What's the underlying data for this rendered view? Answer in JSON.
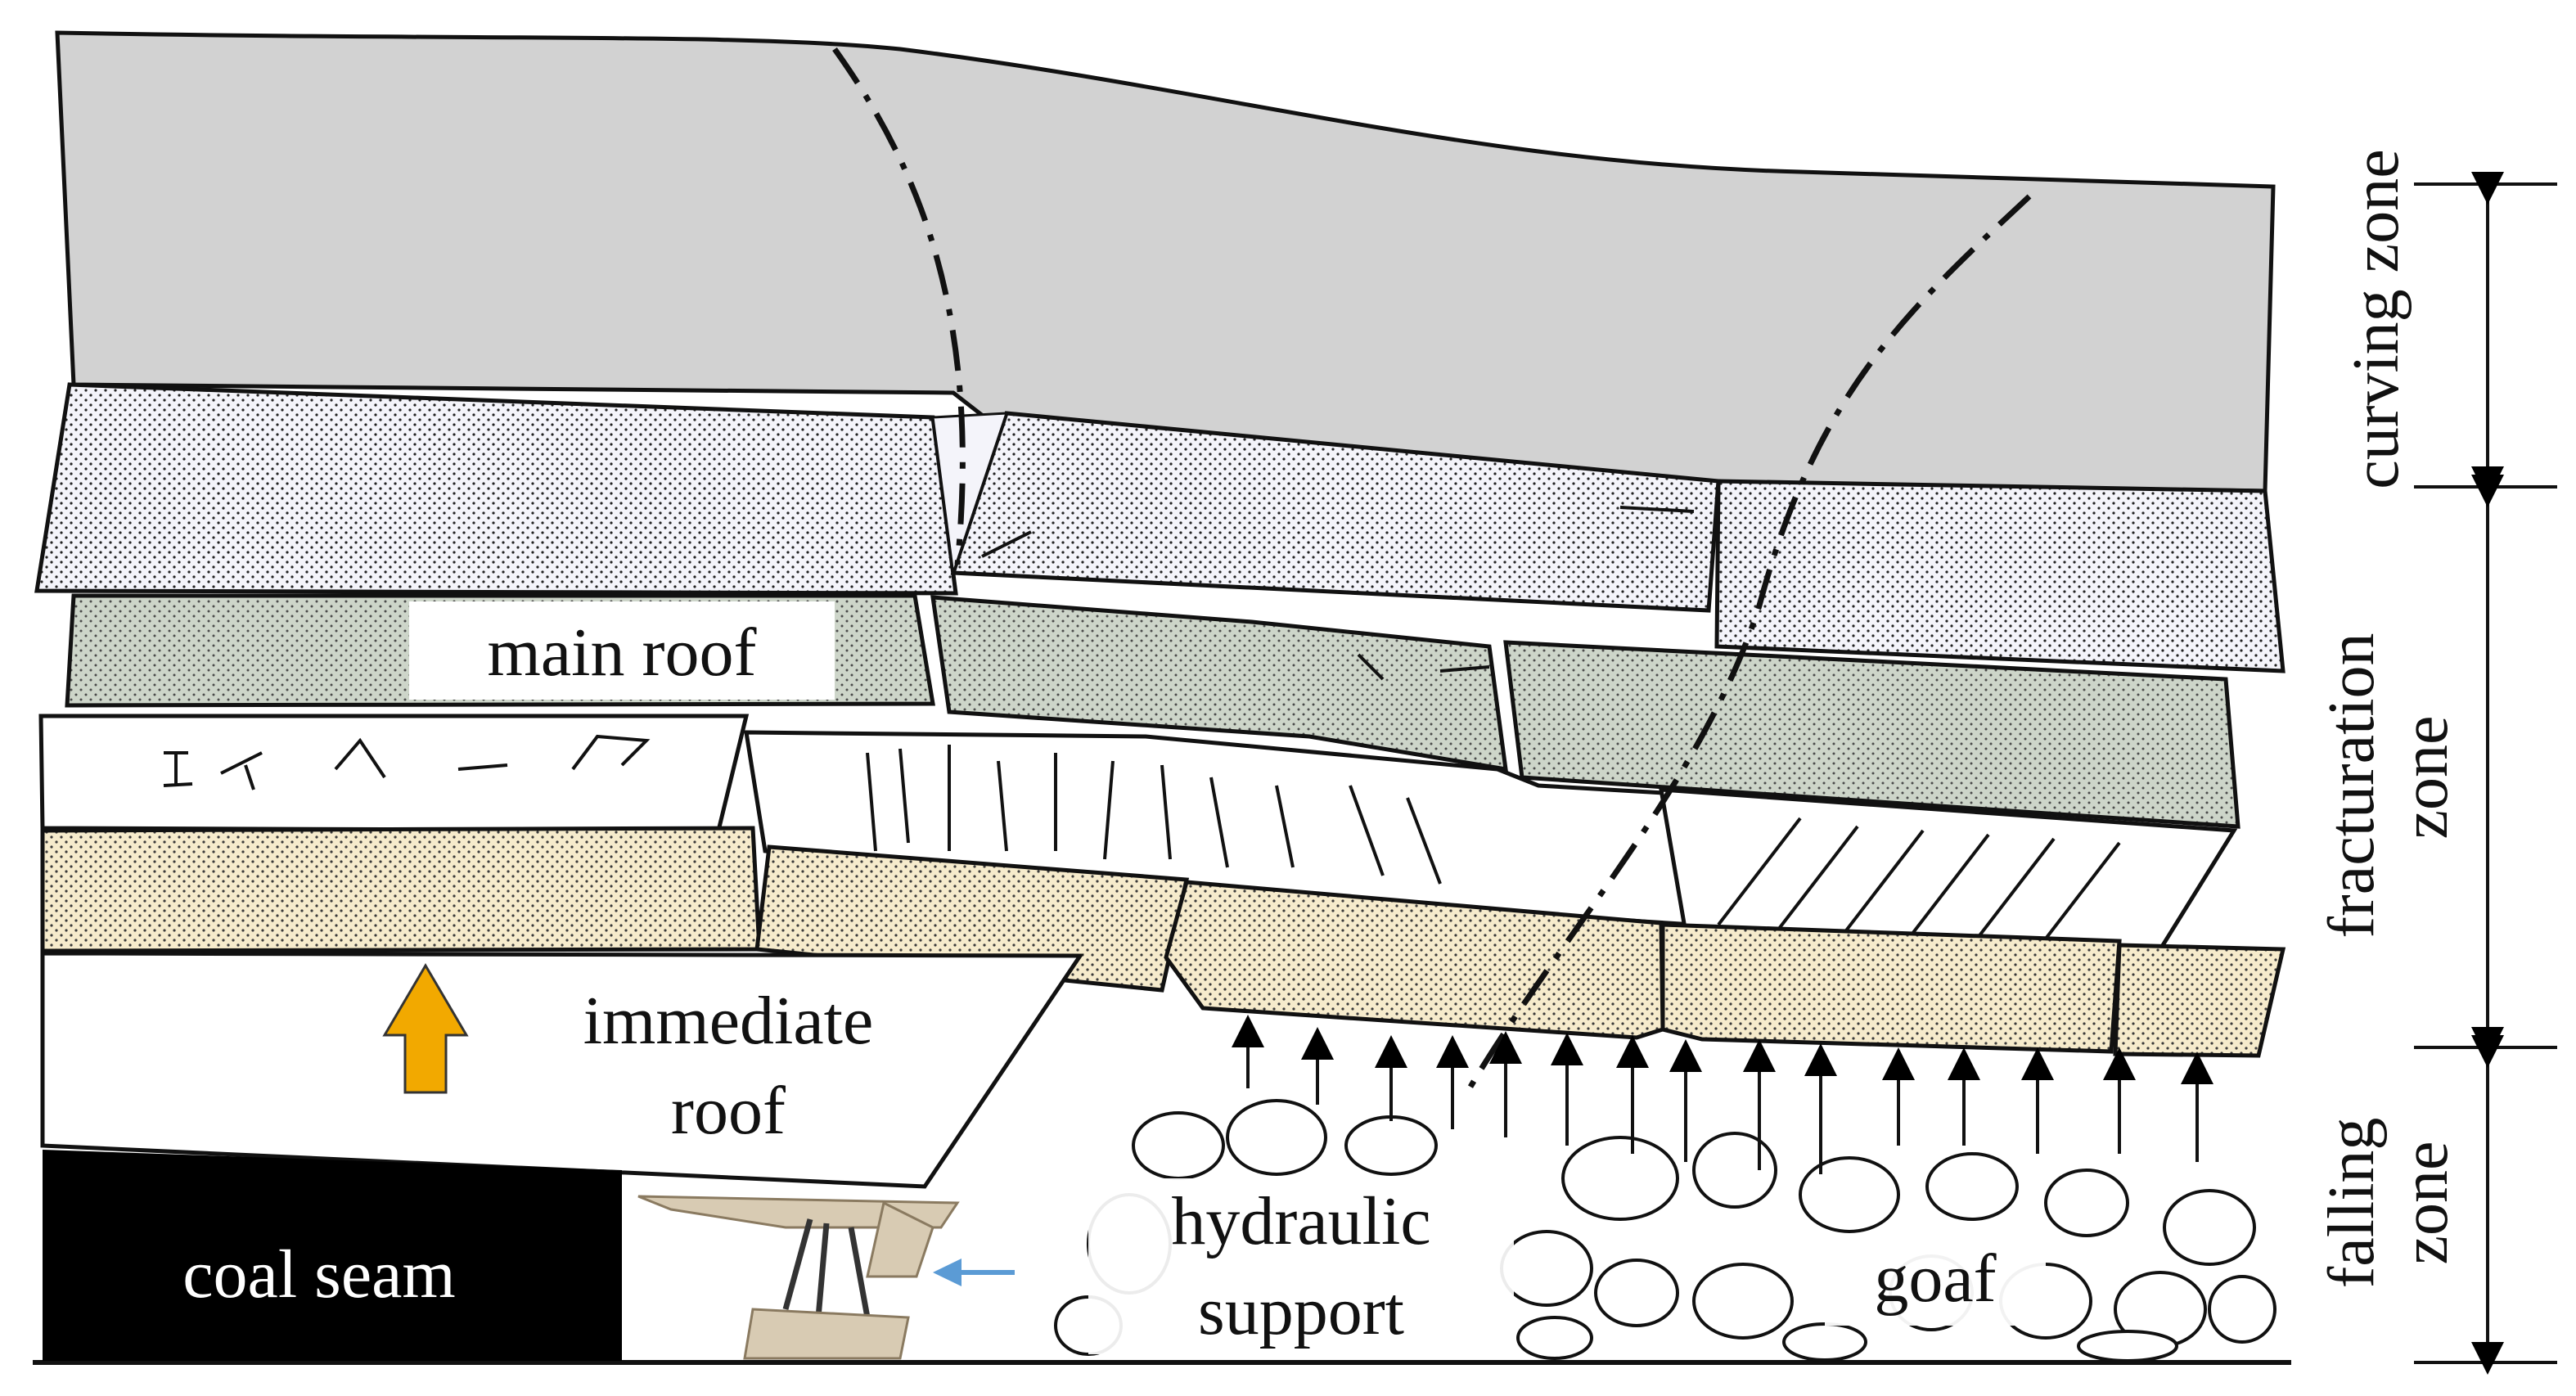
{
  "labels": {
    "main_roof": "main roof",
    "immediate_roof_line1": "immediate",
    "immediate_roof_line2": "roof",
    "coal_seam": "coal seam",
    "hydraulic_line1": "hydraulic",
    "hydraulic_line2": "support",
    "goaf": "goaf"
  },
  "zones": {
    "curving": "curving zone",
    "fracturation_line1": "fracturation",
    "fracturation_line2": "zone",
    "falling_line1": "falling",
    "falling_line2": "zone"
  },
  "colors": {
    "top_stratum": "#d2d2d2",
    "dotted_stratum": "#f5f5fb",
    "main_roof": "#cfd6cb",
    "immediate_roof": "#f6ebcc",
    "coal": "#000000",
    "arrow_orange": "#f2a900",
    "support_arrow": "#5b9bd5",
    "support_body": "#d8cbb3"
  }
}
